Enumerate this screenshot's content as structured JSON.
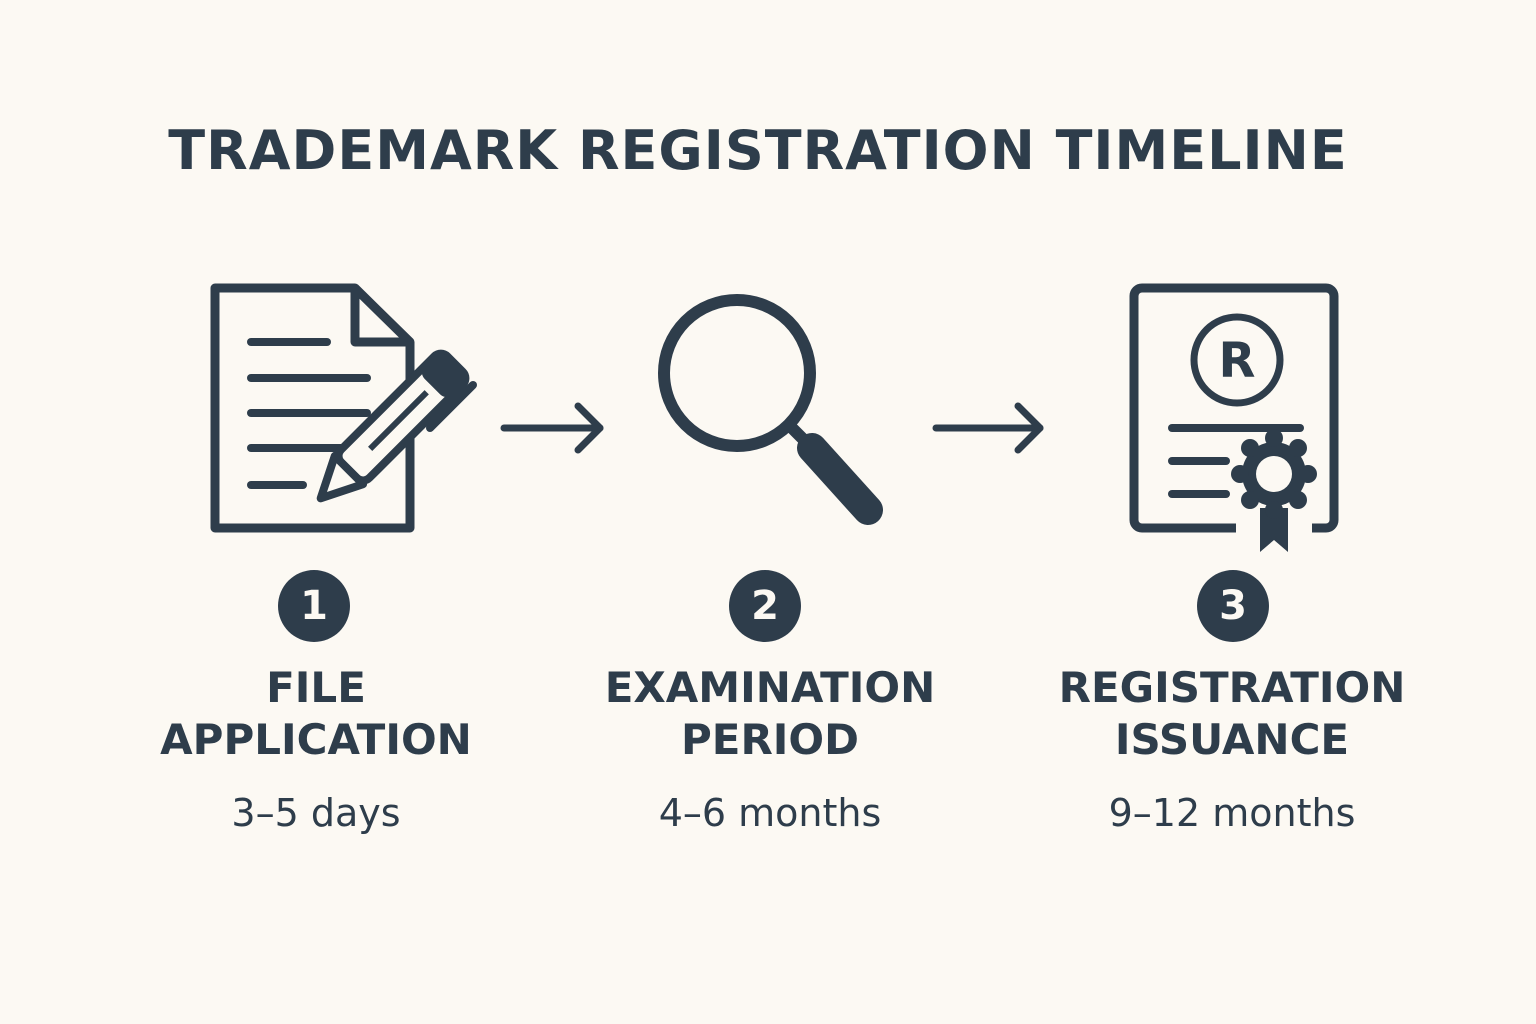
{
  "title": "TRADEMARK REGISTRATION TIMELINE",
  "colors": {
    "background": "#fcf9f3",
    "ink": "#2e3d4b"
  },
  "steps": [
    {
      "number": "1",
      "label_line1": "FILE",
      "label_line2": "APPLICATION",
      "duration": "3–5 days",
      "icon": "document-pen-icon"
    },
    {
      "number": "2",
      "label_line1": "EXAMINATION",
      "label_line2": "PERIOD",
      "duration": "4–6 months",
      "icon": "magnifying-glass-icon"
    },
    {
      "number": "3",
      "label_line1": "REGISTRATION",
      "label_line2": "ISSUANCE",
      "duration": "9–12 months",
      "icon": "certificate-registered-icon"
    }
  ],
  "registered_symbol": "R"
}
